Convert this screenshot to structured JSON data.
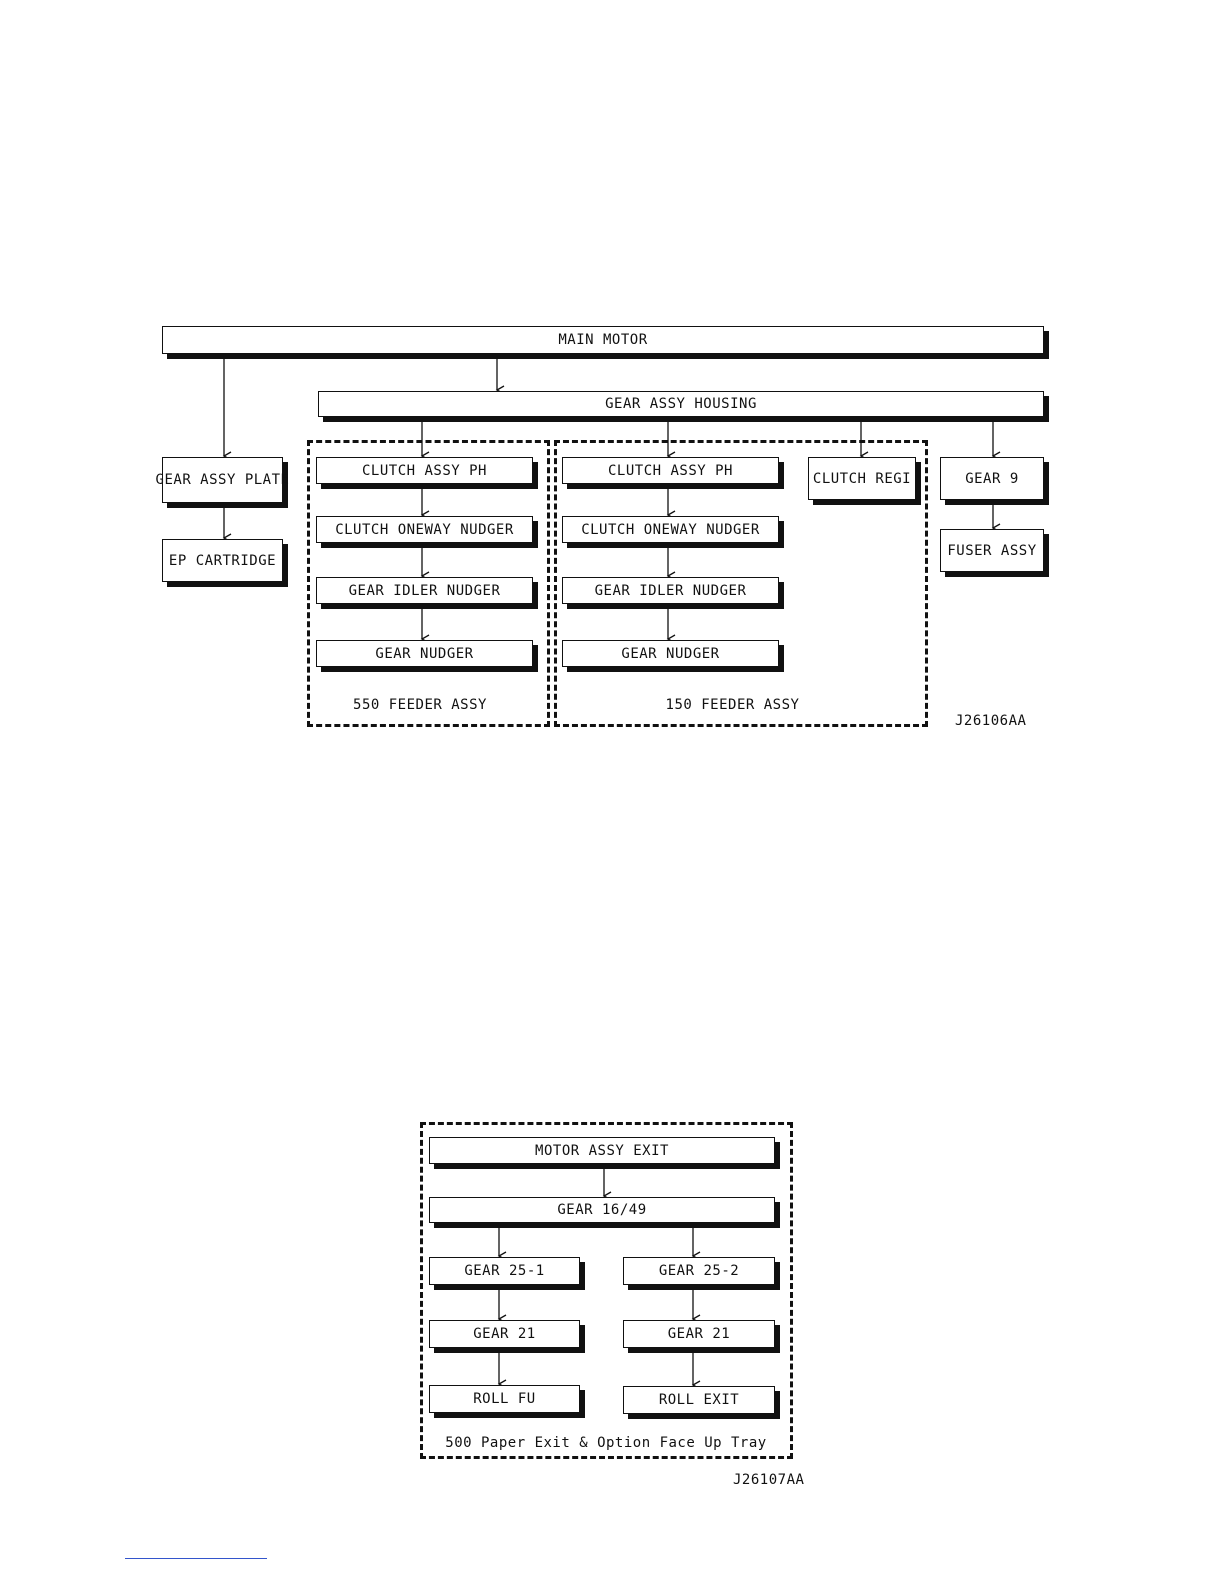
{
  "diagram1": {
    "main_motor": "MAIN MOTOR",
    "gear_assy_housing": "GEAR ASSY HOUSING",
    "gear_assy_plate": "GEAR ASSY PLATE",
    "ep_cartridge": "EP CARTRIDGE",
    "feeder550": {
      "clutch_assy_ph": "CLUTCH ASSY PH",
      "clutch_oneway_nudger": "CLUTCH ONEWAY NUDGER",
      "gear_idler_nudger": "GEAR IDLER NUDGER",
      "gear_nudger": "GEAR NUDGER",
      "label": "550 FEEDER ASSY"
    },
    "feeder150": {
      "clutch_assy_ph": "CLUTCH ASSY PH",
      "clutch_oneway_nudger": "CLUTCH ONEWAY NUDGER",
      "gear_idler_nudger": "GEAR IDLER NUDGER",
      "gear_nudger": "GEAR NUDGER",
      "label": "150 FEEDER ASSY"
    },
    "clutch_regi": "CLUTCH REGI",
    "gear_9": "GEAR 9",
    "fuser_assy": "FUSER ASSY",
    "ref_code": "J26106AA"
  },
  "diagram2": {
    "motor_assy_exit": "MOTOR ASSY EXIT",
    "gear_16_49": "GEAR 16/49",
    "gear_25_1": "GEAR 25-1",
    "gear_25_2": "GEAR 25-2",
    "gear_21_left": "GEAR 21",
    "gear_21_right": "GEAR 21",
    "roll_fu": "ROLL FU",
    "roll_exit": "ROLL EXIT",
    "label": "500 Paper Exit & Option Face Up Tray",
    "ref_code": "J26107AA"
  }
}
